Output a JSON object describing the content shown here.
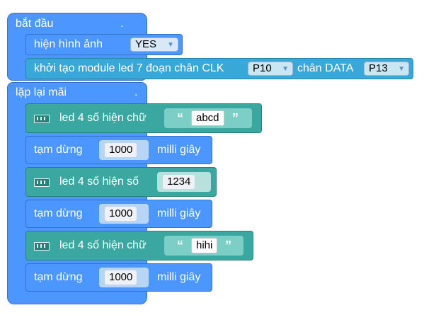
{
  "start_block": {
    "label": "bắt đầu",
    "dot": ".",
    "show_image": {
      "label": "hiện hình ảnh",
      "value": "YES"
    },
    "init_module": {
      "label": "khởi tạo module led 7 đoạn chân CLK",
      "clk_value": "P10",
      "data_label": "chân DATA",
      "data_value": "P13"
    }
  },
  "loop_block": {
    "label": "lặp lại mãi",
    "dot": ".",
    "statements": [
      {
        "kind": "led_text",
        "label": "led 4 số hiện chữ",
        "value": "abcd"
      },
      {
        "kind": "pause",
        "label": "tạm dừng",
        "value": "1000",
        "unit": "milli giây"
      },
      {
        "kind": "led_number",
        "label": "led 4 số hiện số",
        "value": "1234"
      },
      {
        "kind": "pause",
        "label": "tạm dừng",
        "value": "1000",
        "unit": "milli giây"
      },
      {
        "kind": "led_text",
        "label": "led 4 số hiện chữ",
        "value": "hihi"
      },
      {
        "kind": "pause",
        "label": "tạm dừng",
        "value": "1000",
        "unit": "milli giây"
      }
    ]
  },
  "colors": {
    "basic_blue": "#4c97ff",
    "led_teal": "#3aa7a0",
    "pins_cyan": "#38a8d8"
  },
  "icons": {
    "led": "led-display-icon",
    "dropdown": "dropdown-caret-icon",
    "quote": "quote-icon"
  },
  "glyphs": {
    "caret": "▼",
    "open_quote": "“",
    "close_quote": "”"
  }
}
